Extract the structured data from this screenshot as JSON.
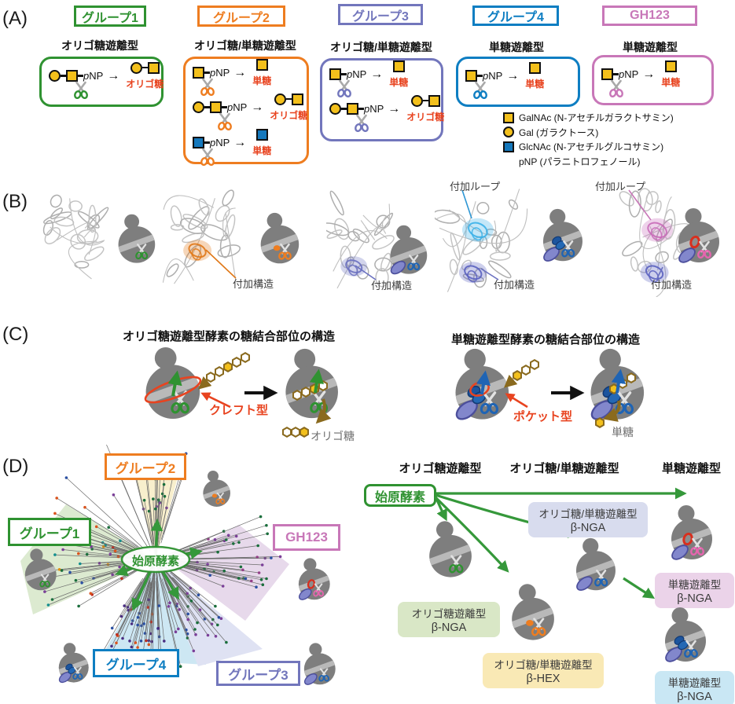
{
  "panel_labels": {
    "a": "(A)",
    "b": "(B)",
    "c": "(C)",
    "d": "(D)"
  },
  "pnp": {
    "italic": "p",
    "rest": "NP"
  },
  "arrow_glyph": "→",
  "colors": {
    "green": "#2f9231",
    "orange": "#ee7d20",
    "purple": "#7276bc",
    "blue": "#0e7ec2",
    "pink": "#c877b8",
    "accent_red": "#e8431f",
    "sugar_yellow": "#f3c01c",
    "sugar_blue": "#1578bc",
    "enzyme_grey": "#7e7e7e"
  },
  "groups": [
    {
      "id": "g1",
      "label": "グループ1",
      "color": "#2f9231",
      "subtitle": "オリゴ糖遊離型",
      "reactions": [
        {
          "substrate": [
            "gal",
            "galnac"
          ],
          "products": [
            "gal",
            "galnac"
          ],
          "product_label": "オリゴ糖"
        }
      ]
    },
    {
      "id": "g2",
      "label": "グループ2",
      "color": "#ee7d20",
      "subtitle": "オリゴ糖/単糖遊離型",
      "reactions": [
        {
          "substrate": [
            "galnac"
          ],
          "products": [
            "galnac"
          ],
          "product_label": "単糖"
        },
        {
          "substrate": [
            "gal",
            "galnac"
          ],
          "products": [
            "gal",
            "galnac"
          ],
          "product_label": "オリゴ糖"
        },
        {
          "substrate": [
            "glcnac"
          ],
          "products": [
            "glcnac"
          ],
          "product_label": "単糖"
        }
      ]
    },
    {
      "id": "g3",
      "label": "グループ3",
      "color": "#7276bc",
      "subtitle": "オリゴ糖/単糖遊離型",
      "reactions": [
        {
          "substrate": [
            "galnac"
          ],
          "products": [
            "galnac"
          ],
          "product_label": "単糖"
        },
        {
          "substrate": [
            "gal",
            "galnac"
          ],
          "products": [
            "gal",
            "galnac"
          ],
          "product_label": "オリゴ糖"
        }
      ]
    },
    {
      "id": "g4",
      "label": "グループ4",
      "color": "#0e7ec2",
      "subtitle": "単糖遊離型",
      "reactions": [
        {
          "substrate": [
            "galnac"
          ],
          "products": [
            "galnac"
          ],
          "product_label": "単糖"
        }
      ]
    },
    {
      "id": "gh123",
      "label": "GH123",
      "color": "#c877b8",
      "subtitle": "単糖遊離型",
      "reactions": [
        {
          "substrate": [
            "galnac"
          ],
          "products": [
            "galnac"
          ],
          "product_label": "単糖"
        }
      ]
    }
  ],
  "legend": [
    {
      "symbol": "galnac",
      "label": "GalNAc (N-アセチルガラクトサミン)"
    },
    {
      "symbol": "gal",
      "label": "Gal (ガラクトース)"
    },
    {
      "symbol": "glcnac",
      "label": "GlcNAc (N-アセチルグルコサミン)"
    },
    {
      "symbol": "pnp",
      "label": "pNP (パラニトロフェノール)"
    }
  ],
  "panel_b": {
    "structures": [
      {
        "loop_label": "",
        "structure_label": ""
      },
      {
        "loop_label": "",
        "structure_label": "付加構造"
      },
      {
        "loop_label": "",
        "structure_label": "付加構造"
      },
      {
        "loop_label": "付加ループ",
        "structure_label": "付加構造"
      },
      {
        "loop_label": "付加ループ",
        "structure_label": "付加構造"
      }
    ]
  },
  "panel_c": {
    "left": {
      "title": "オリゴ糖遊離型酵素の糖結合部位の構造",
      "site_label": "クレフト型",
      "product_label": "オリゴ糖"
    },
    "right": {
      "title": "単糖遊離型酵素の糖結合部位の構造",
      "site_label": "ポケット型",
      "product_label": "単糖"
    }
  },
  "panel_d": {
    "tree": {
      "center_label": "始原酵素",
      "clusters": [
        {
          "label": "グループ2",
          "color": "#ee7d20"
        },
        {
          "label": "グループ1",
          "color": "#2f9231"
        },
        {
          "label": "GH123",
          "color": "#c877b8"
        },
        {
          "label": "グループ4",
          "color": "#0e7ec2"
        },
        {
          "label": "グループ3",
          "color": "#7276bc"
        }
      ]
    },
    "evolution": {
      "headers": [
        "オリゴ糖遊離型",
        "オリゴ糖/単糖遊離型",
        "単糖遊離型"
      ],
      "root_label": "始原酵素",
      "nodes": [
        {
          "type_label": "オリゴ糖遊離型",
          "enzyme": "β-NGA",
          "bg": "#d9e7c6",
          "icon": "g1"
        },
        {
          "type_label": "オリゴ糖/単糖遊離型",
          "enzyme": "β-NGA",
          "bg": "#d8dcee",
          "icon": "g3"
        },
        {
          "type_label": "オリゴ糖/単糖遊離型",
          "enzyme": "β-HEX",
          "bg": "#f9e9b5",
          "icon": "g2"
        },
        {
          "type_label": "単糖遊離型",
          "enzyme": "β-NGA",
          "bg": "#ebd3e9",
          "icon": "gh123"
        },
        {
          "type_label": "単糖遊離型",
          "enzyme": "β-NGA",
          "bg": "#c9e7f4",
          "icon": "g4"
        }
      ]
    }
  }
}
